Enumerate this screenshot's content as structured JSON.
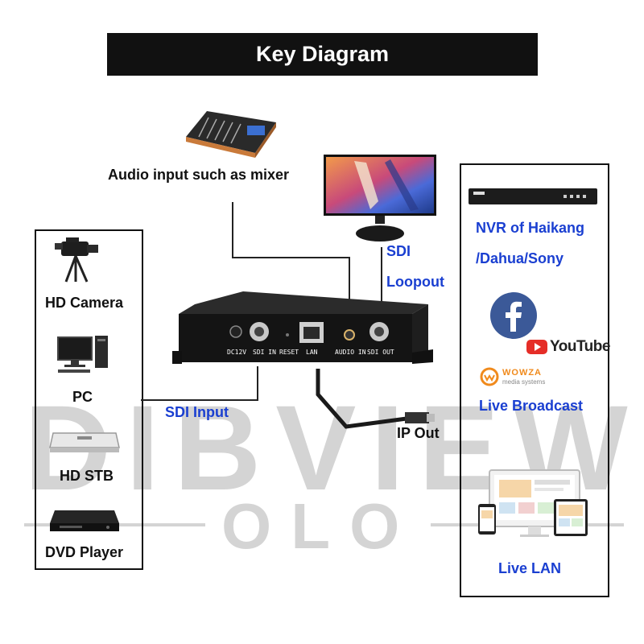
{
  "title": "Key Diagram",
  "watermark": {
    "brand": "DIBVIEW",
    "sub": "OLO"
  },
  "inputs": [
    {
      "label": "HD Camera",
      "icon": "video-camera-icon"
    },
    {
      "label": "PC",
      "icon": "desktop-pc-icon"
    },
    {
      "label": "HD STB",
      "icon": "set-top-box-icon"
    },
    {
      "label": "DVD Player",
      "icon": "dvd-player-icon"
    }
  ],
  "center": {
    "audio_label": "Audio input such as mixer",
    "sdi_loopout_line1": "SDI",
    "sdi_loopout_line2": "Loopout",
    "sdi_input": "SDI Input",
    "ip_out": "IP Out",
    "ports": [
      "DC12V",
      "SDI IN",
      "RESET",
      "LAN",
      "AUDIO IN",
      "SDI OUT"
    ]
  },
  "outputs": {
    "nvr_line1": "NVR of Haikang",
    "nvr_line2": "/Dahua/Sony",
    "youtube": "YouTube",
    "wowza_name": "WOWZA",
    "wowza_sub": "media systems",
    "live_broadcast": "Live Broadcast",
    "live_lan": "Live LAN"
  },
  "colors": {
    "accent": "#1a3fd1",
    "title_bg": "#111111",
    "facebook": "#3b5998",
    "youtube": "#e52d27",
    "wowza": "#f08a1c"
  }
}
